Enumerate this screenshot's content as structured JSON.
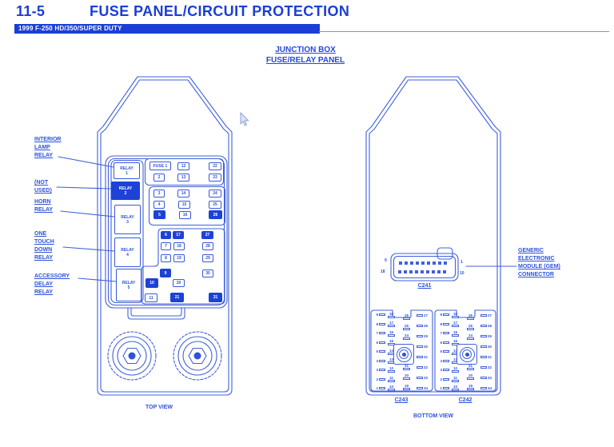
{
  "header": {
    "section": "11-5",
    "title": "FUSE PANEL/CIRCUIT PROTECTION",
    "banner": "1999 F-250 HD/350/SUPER DUTY"
  },
  "diagram_title": {
    "line1": "JUNCTION BOX",
    "line2": "FUSE/RELAY PANEL"
  },
  "colors": {
    "accent": "#1a3ed6",
    "line": "#4160da",
    "fill": "#1c42d6",
    "label": "#2e52da"
  },
  "top_view": {
    "caption": "TOP VIEW",
    "callouts": [
      {
        "lines": [
          "INTERIOR",
          "LAMP",
          "RELAY"
        ]
      },
      {
        "lines": [
          "(NOT",
          "USED)"
        ]
      },
      {
        "lines": [
          "HORN",
          "RELAY"
        ]
      },
      {
        "lines": [
          "ONE",
          "TOUCH",
          "DOWN",
          "RELAY"
        ]
      },
      {
        "lines": [
          "ACCESSORY",
          "DELAY",
          "RELAY"
        ]
      }
    ],
    "relays": [
      {
        "line1": "RELAY",
        "line2": "1",
        "filled": false
      },
      {
        "line1": "RELAY",
        "line2": "2",
        "filled": true
      },
      {
        "line1": "RELAY",
        "line2": "3",
        "filled": false
      },
      {
        "line1": "RELAY",
        "line2": "4",
        "filled": false
      },
      {
        "line1": "RELAY",
        "line2": "5",
        "filled": false
      }
    ],
    "fuse_groups": {
      "g1": [
        "FUSE 1",
        "12",
        "22",
        "2",
        "13",
        "23"
      ],
      "g2": [
        "3",
        "14",
        "24",
        "4",
        "15",
        "25",
        "5",
        "16",
        "26"
      ],
      "g3": [
        "6",
        "17",
        "27",
        "7",
        "18",
        "28",
        "8",
        "19",
        "29",
        "9",
        "30",
        "10",
        "20",
        "11",
        "21",
        "31"
      ]
    },
    "highlighted_fuses": [
      "5",
      "26",
      "6",
      "17",
      "27",
      "9",
      "10",
      "21",
      "31"
    ]
  },
  "bottom_view": {
    "caption": "BOTTOM VIEW",
    "gem": {
      "label": "C241",
      "pin_top_left": "9",
      "pin_top_right": "1",
      "pin_bottom_left": "18",
      "pin_bottom_right": "10",
      "callout_lines": [
        "GENERIC",
        "ELECTRONIC",
        "MODULE (GEM)",
        "CONNECTOR"
      ]
    },
    "connectors": [
      {
        "label": "C243",
        "col1": [
          "9",
          "8",
          "7",
          "6",
          "5",
          "4",
          "3",
          "2",
          "1"
        ],
        "col2": [
          "18",
          "17",
          "16",
          "15",
          "14",
          "13",
          "12",
          "11",
          "10"
        ],
        "col3": [
          "26",
          "25",
          "24",
          "23",
          "22",
          "21",
          "20",
          "19"
        ],
        "col4": [
          "27",
          "28",
          "29",
          "30",
          "31",
          "32",
          "33",
          "34"
        ]
      },
      {
        "label": "C242",
        "col1": [
          "9",
          "8",
          "7",
          "6",
          "5",
          "4",
          "3",
          "2",
          "1"
        ],
        "col2": [
          "18",
          "17",
          "16",
          "15",
          "14",
          "13",
          "12",
          "11",
          "10"
        ],
        "col3": [
          "26",
          "25",
          "24",
          "23",
          "22",
          "21",
          "20",
          "19"
        ],
        "col4": [
          "27",
          "28",
          "29",
          "30",
          "31",
          "32",
          "33",
          "34"
        ]
      }
    ]
  }
}
